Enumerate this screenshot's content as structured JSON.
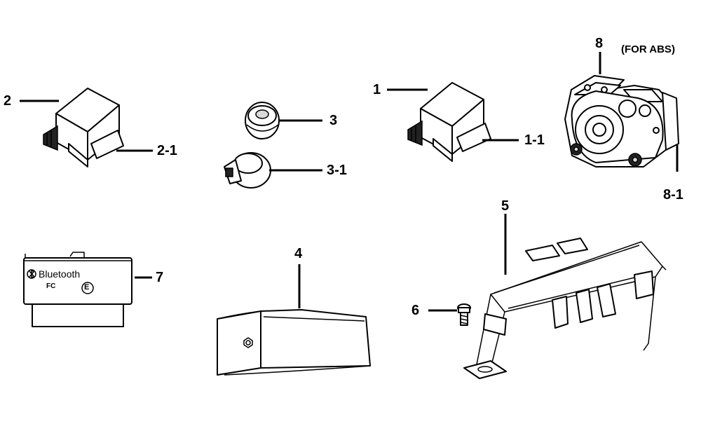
{
  "callouts": {
    "c1": "1",
    "c1_1": "1-1",
    "c2": "2",
    "c2_1": "2-1",
    "c3": "3",
    "c3_1": "3-1",
    "c4": "4",
    "c5": "5",
    "c6": "6",
    "c7": "7",
    "c8": "8",
    "c8_1": "8-1"
  },
  "notes": {
    "abs": "(FOR ABS)"
  },
  "module_text": {
    "bluetooth": "Bluetooth",
    "fcc": "FC",
    "ce": "E"
  },
  "icons": [
    "bluetooth-icon",
    "fcc-mark-icon",
    "ce-mark-icon"
  ]
}
